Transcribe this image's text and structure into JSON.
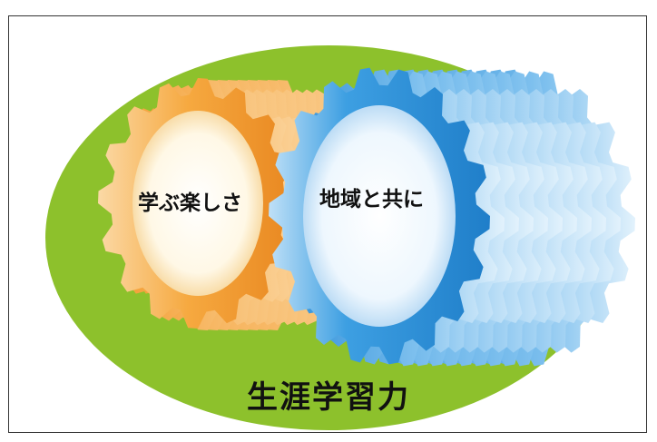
{
  "diagram": {
    "left_gear_label": "学ぶ楽しさ",
    "right_gear_label": "地域と共に",
    "bottom_title": "生涯学習力",
    "colors": {
      "background_ellipse": "#8dc12c",
      "left_gear": "#f4a23a",
      "left_gear_center": "#fffbee",
      "right_gear": "#3a9ce0",
      "right_gear_center": "#eef6fd",
      "frame_border": "#333333"
    }
  }
}
